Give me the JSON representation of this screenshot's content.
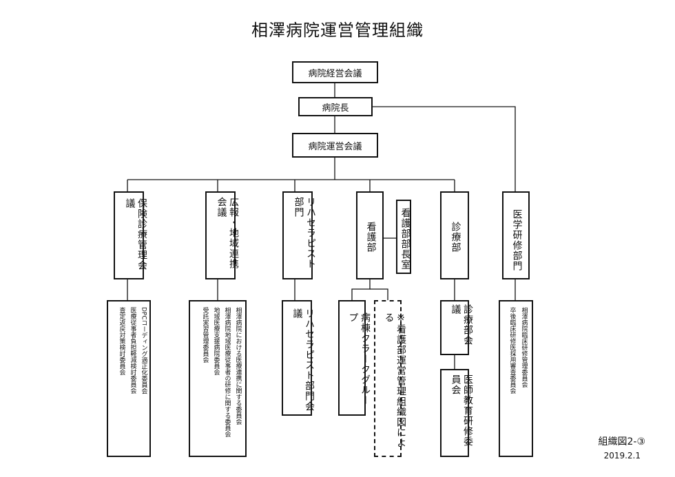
{
  "title": "相澤病院運営管理組織",
  "top": {
    "board": "病院経営会議",
    "director": "病院長",
    "council": "病院運営会議"
  },
  "departments": [
    "保険診療管理会議",
    "広報・地域連携会議",
    "リハセラピスト部門",
    "看護部",
    "看護部部長室",
    "診療部",
    "医学研修部門"
  ],
  "sub": {
    "insurance": [
      "DPCコーディング適正化委員会",
      "医療従事者負担軽減検討委員会",
      "査定返戻対策検討委員会"
    ],
    "pr": [
      "相澤病院における医療連携に関する委員会",
      "相澤病院地域医療従事者の研修に関する委員会",
      "地域医療支援病院委員会",
      "受託実習管理委員会"
    ],
    "rehab": "リハセラピスト部門会議",
    "ward": "病棟クラークグループ",
    "nursing_note": "※看護部運営管理組織図による",
    "medical_council": "診療部会議",
    "medical_training": "医師教育研修委員会",
    "research": [
      "相澤病院臨床研修管理委員会",
      "卒後臨床研修医採用審査委員会"
    ]
  },
  "figure_label": "組織図2-③",
  "date": "2019.2.1"
}
